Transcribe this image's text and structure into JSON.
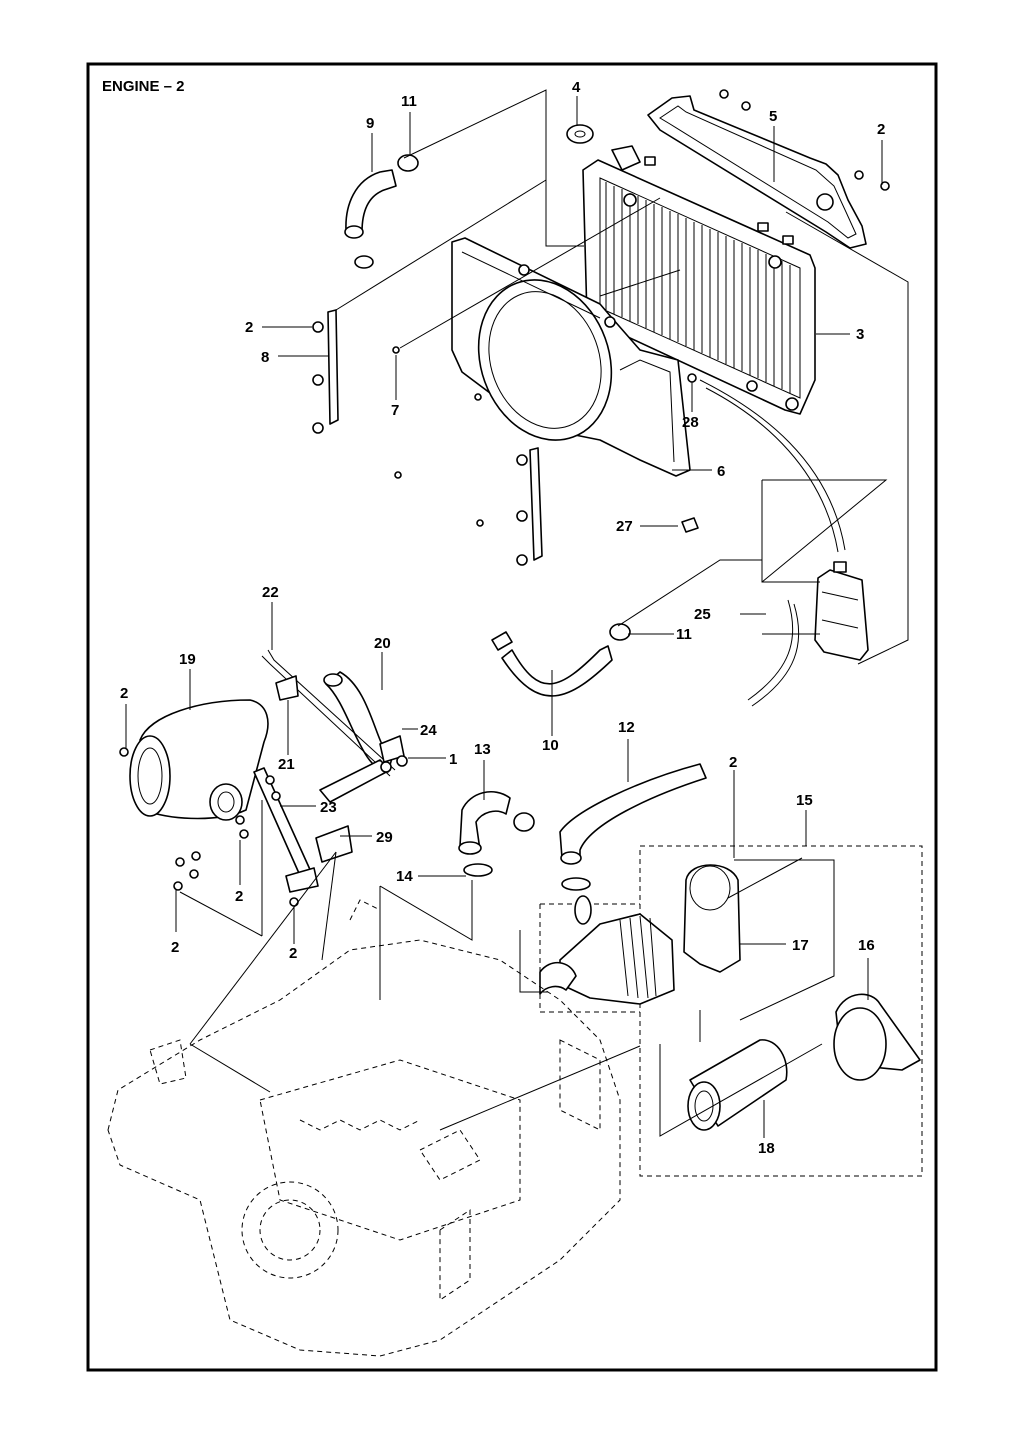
{
  "title": "ENGINE – 2",
  "callouts": [
    {
      "id": "c11a",
      "label": "11"
    },
    {
      "id": "c9",
      "label": "9"
    },
    {
      "id": "c4",
      "label": "4"
    },
    {
      "id": "c5",
      "label": "5"
    },
    {
      "id": "c2a",
      "label": "2"
    },
    {
      "id": "c2b",
      "label": "2"
    },
    {
      "id": "c8",
      "label": "8"
    },
    {
      "id": "c3",
      "label": "3"
    },
    {
      "id": "c7",
      "label": "7"
    },
    {
      "id": "c28",
      "label": "28"
    },
    {
      "id": "c6",
      "label": "6"
    },
    {
      "id": "c27",
      "label": "27"
    },
    {
      "id": "c22",
      "label": "22"
    },
    {
      "id": "c25",
      "label": "25"
    },
    {
      "id": "c11b",
      "label": "11"
    },
    {
      "id": "c19",
      "label": "19"
    },
    {
      "id": "c20",
      "label": "20"
    },
    {
      "id": "c2c",
      "label": "2"
    },
    {
      "id": "c24",
      "label": "24"
    },
    {
      "id": "c21",
      "label": "21"
    },
    {
      "id": "c1",
      "label": "1"
    },
    {
      "id": "c10",
      "label": "10"
    },
    {
      "id": "c13",
      "label": "13"
    },
    {
      "id": "c12",
      "label": "12"
    },
    {
      "id": "c2d",
      "label": "2"
    },
    {
      "id": "c23",
      "label": "23"
    },
    {
      "id": "c15",
      "label": "15"
    },
    {
      "id": "c29",
      "label": "29"
    },
    {
      "id": "c14",
      "label": "14"
    },
    {
      "id": "c2e",
      "label": "2"
    },
    {
      "id": "c17",
      "label": "17"
    },
    {
      "id": "c16",
      "label": "16"
    },
    {
      "id": "c2f",
      "label": "2"
    },
    {
      "id": "c2g",
      "label": "2"
    },
    {
      "id": "c18",
      "label": "18"
    }
  ]
}
